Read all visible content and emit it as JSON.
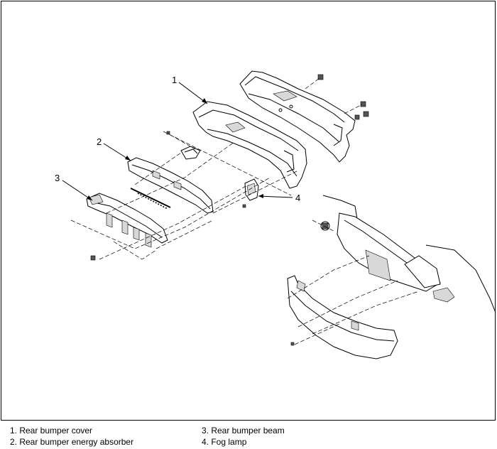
{
  "callouts": {
    "c1": "1",
    "c2": "2",
    "c3": "3",
    "c4": "4"
  },
  "legend": {
    "items": [
      "1. Rear bumper cover",
      "2. Rear bumper energy absorber",
      "3. Rear bumper beam",
      "4. Fog lamp"
    ]
  }
}
